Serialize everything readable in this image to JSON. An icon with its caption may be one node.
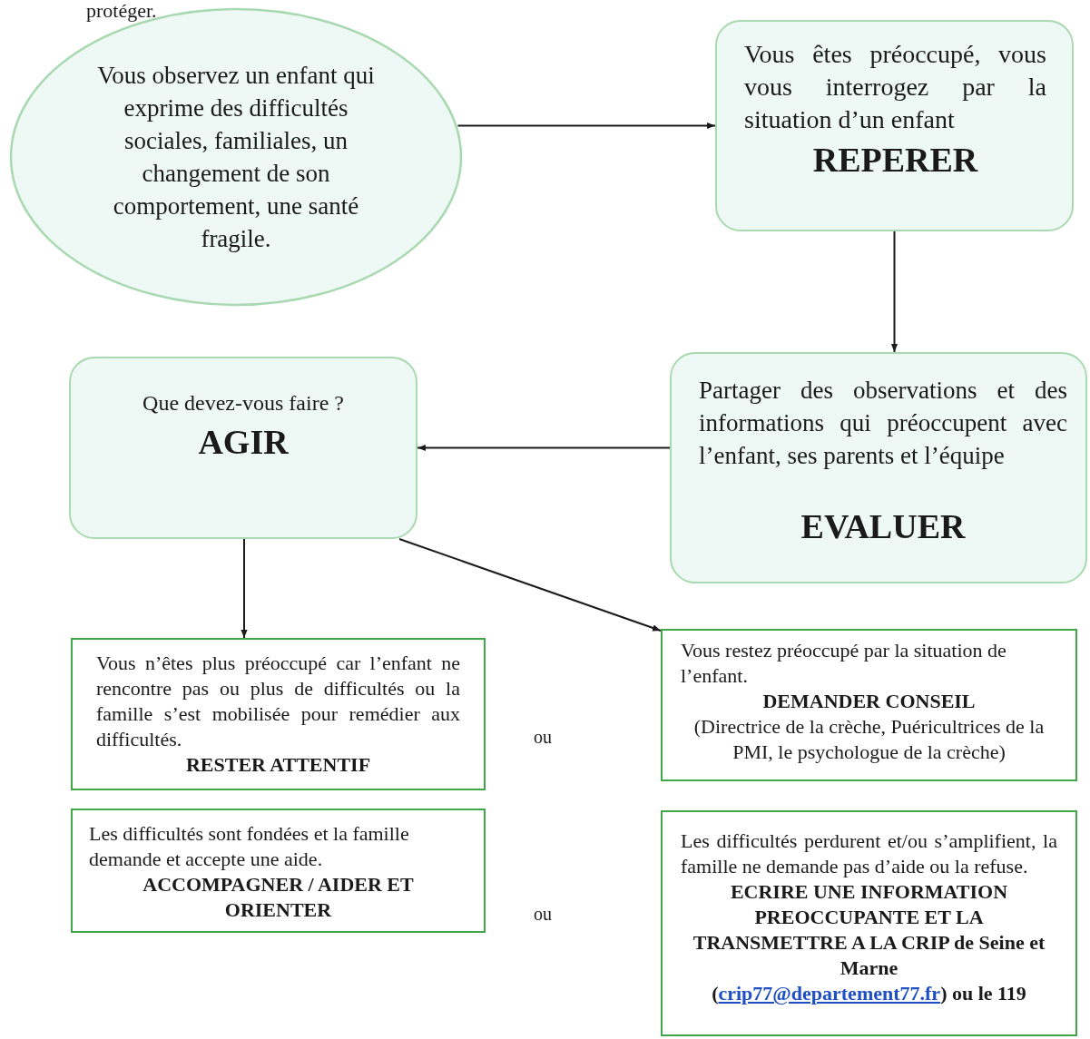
{
  "diagram": {
    "nodes": [
      {
        "text": [
          "Vous observez un enfant qui exprime des difficultés sociales, familiales, un changement de son comportement, une santé fragile."
        ]
      },
      {
        "text": [
          "Vous êtes préoccupé, vous vous interrogez par la situation d’un enfant",
          "REPERER"
        ]
      },
      {
        "text": [
          "Partager des observations et des informations qui préoccupent avec l’enfant, ses parents et l’équipe",
          "EVALUER"
        ]
      },
      {
        "text": [
          "Que devez-vous faire ?",
          "AGIR"
        ]
      },
      {
        "text": [
          "Vous n’êtes plus préoccupé car l’enfant ne rencontre pas ou plus de difficultés ou la famille s’est mobilisée pour remédier aux difficultés.",
          "RESTER ATTENTIF"
        ]
      },
      {
        "text": [
          "Les difficultés sont fondées et la famille demande et accepte une aide.",
          "ACCOMPAGNER / AIDER ET ORIENTER"
        ]
      },
      {
        "text": [
          "Vous restez préoccupé par la situation de l’enfant.",
          "DEMANDER CONSEIL",
          "(Directrice de la crèche, Puéricultrices de la PMI, le psychologue de la crèche)"
        ]
      },
      {
        "text": [
          "Les difficultés perdurent et/ou s’amplifient, la famille ne demande pas d’aide ou la refuse.",
          "ECRIRE UNE INFORMATION PREOCCUPANTE ET LA TRANSMETTRE A LA CRIP de Seine et Marne",
          "(crip77@departement77.fr) ou le 119"
        ]
      }
    ],
    "edges": [
      {
        "from": 0,
        "to": 1,
        "arrow": "to"
      },
      {
        "from": 1,
        "to": 2,
        "arrow": "to"
      },
      {
        "from": 2,
        "to": 3,
        "arrow": "to"
      },
      {
        "from": 3,
        "to": 4,
        "arrow": "to"
      },
      {
        "from": 3,
        "to": 6,
        "arrow": "to"
      }
    ],
    "labels": [
      "protéger.",
      "ou",
      "ou"
    ]
  }
}
